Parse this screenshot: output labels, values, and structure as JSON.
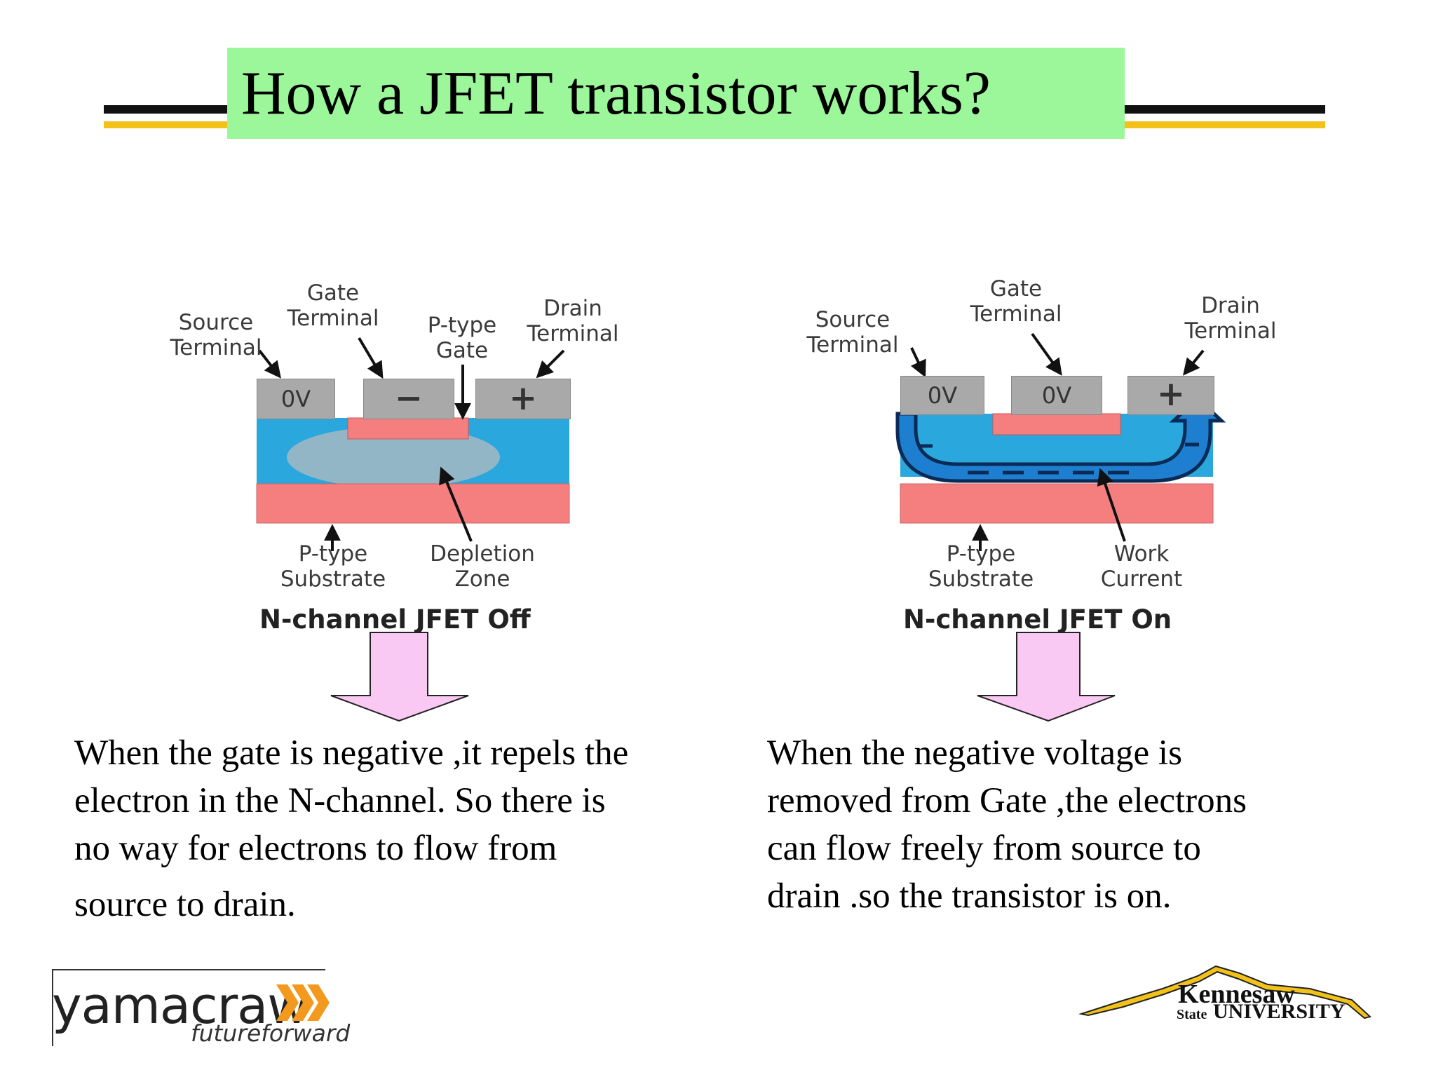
{
  "title": "How a JFET transistor works?",
  "colors": {
    "title_bg": "#9cf79a",
    "rule_black": "#111111",
    "rule_gold": "#f2c21b",
    "channel_blue": "#2aa7dc",
    "p_region": "#f57f7f",
    "terminal_gray": "#a9a9a9",
    "arrow_pink": "#f9c8f3"
  },
  "diagram_off": {
    "source_label": "Source\nTerminal",
    "gate_label": "Gate\nTerminal",
    "ptype_gate_label": "P-type\nGate",
    "drain_label": "Drain\nTerminal",
    "source_value": "0V",
    "gate_value": "−",
    "drain_value": "+",
    "substrate_label": "P-type\nSubstrate",
    "depletion_label": "Depletion\nZone",
    "caption": "N-channel JFET Off"
  },
  "diagram_on": {
    "source_label": "Source\nTerminal",
    "gate_label": "Gate\nTerminal",
    "drain_label": "Drain\nTerminal",
    "source_value": "0V",
    "gate_value": "0V",
    "drain_value": "+",
    "substrate_label": "P-type\nSubstrate",
    "current_label": "Work\nCurrent",
    "caption": "N-channel JFET On"
  },
  "text_left": [
    "When the gate is negative ,it repels the",
    "electron in the N-channel. So there is",
    "no way for electrons to flow from",
    "source to drain."
  ],
  "text_right": [
    "When the negative voltage is",
    "removed from Gate ,the electrons",
    "can flow freely from source to",
    "drain .so the transistor is on."
  ],
  "logo_left": {
    "word": "yamacraw",
    "tagline": "futureforward"
  },
  "logo_right": {
    "line1": "Kennesaw",
    "state": "State",
    "line2": "UNIVERSITY"
  }
}
